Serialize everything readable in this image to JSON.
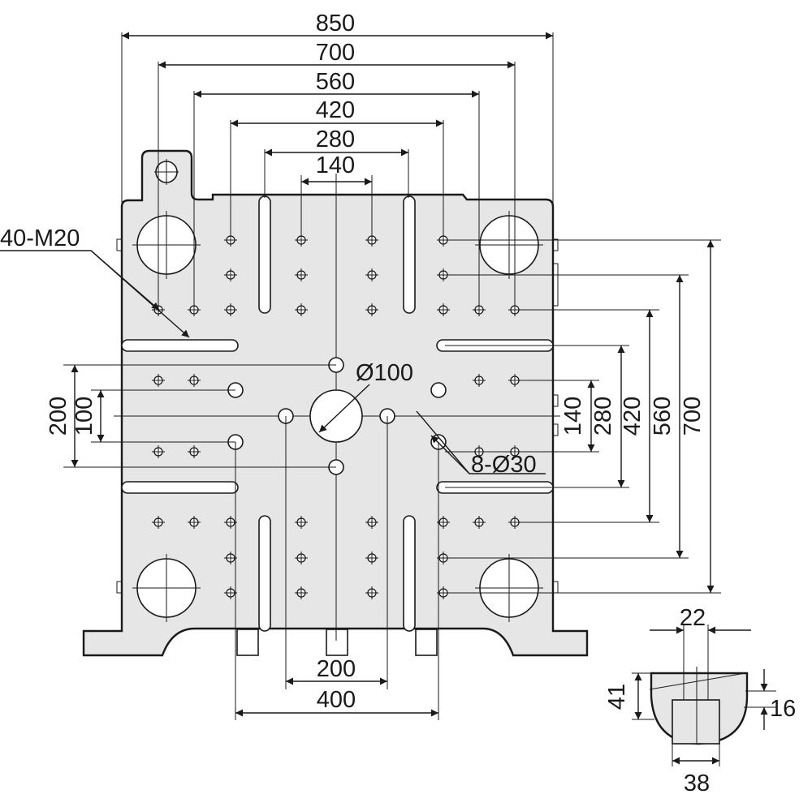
{
  "drawing": {
    "top_dims": [
      "850",
      "700",
      "560",
      "420",
      "280",
      "140"
    ],
    "right_dims": [
      "140",
      "280",
      "420",
      "560",
      "700"
    ],
    "left_dims": [
      "200",
      "100"
    ],
    "bottom_dims": [
      "200",
      "400"
    ],
    "labels": {
      "tapped_holes": "40-M20",
      "center_hole": "Ø100",
      "holes": "8-Ø30"
    },
    "tslot_detail": {
      "width": "22",
      "depth": "41",
      "lip": "16",
      "base": "38"
    }
  }
}
